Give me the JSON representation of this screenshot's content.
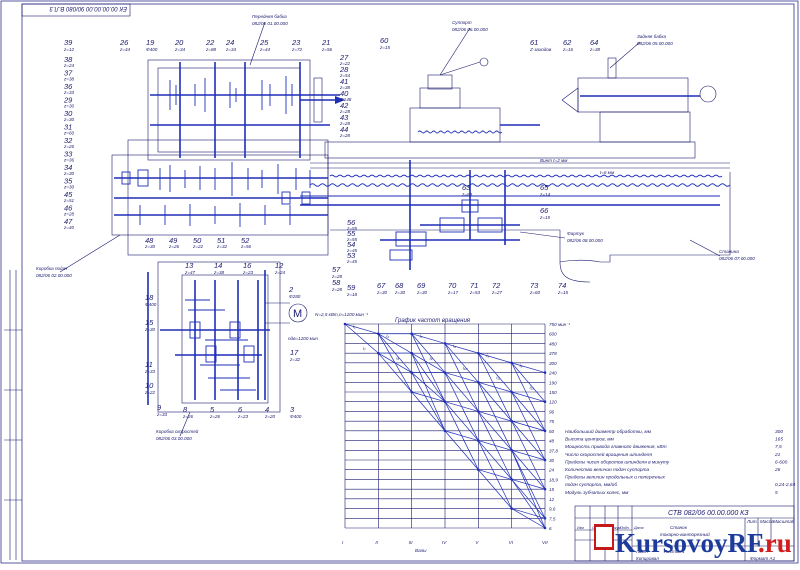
{
  "doc_code_top": "ЕК 00.00.00.00 90/080 В.Л.3",
  "callouts": {
    "front_headstock": [
      "Передняя бабка",
      "082/06 01.00.000"
    ],
    "carriage": [
      "Суппорт",
      "082/06 06.00.000"
    ],
    "tailstock": [
      "Задняя бабка",
      "082/06 05.00.000"
    ],
    "feed_box": [
      "Коробка подач",
      "082/06 02.00.000"
    ],
    "apron": [
      "Фартук",
      "082/06 08.00.000"
    ],
    "bed": [
      "Станина",
      "082/06 07.00.000"
    ],
    "speed_box": [
      "Коробка скоростей",
      "082/06 03.00.000"
    ]
  },
  "top_labels": [
    {
      "n": "39",
      "z": "z=12"
    },
    {
      "n": "26",
      "z": "z=44"
    },
    {
      "n": "19",
      "z": "Ф400"
    },
    {
      "n": "20",
      "z": "z=34"
    },
    {
      "n": "22",
      "z": "z=88"
    },
    {
      "n": "24",
      "z": "z=34"
    },
    {
      "n": "25",
      "z": "z=44"
    },
    {
      "n": "23",
      "z": "z=72"
    },
    {
      "n": "21",
      "z": "z=56"
    }
  ],
  "left_labels": [
    {
      "n": "38",
      "z": "z=24"
    },
    {
      "n": "37",
      "z": "z=38"
    },
    {
      "n": "36",
      "z": "z=33"
    },
    {
      "n": "29",
      "z": "z=30"
    },
    {
      "n": "30",
      "z": "z=30"
    },
    {
      "n": "31",
      "z": "z=60"
    },
    {
      "n": "32",
      "z": "z=26"
    },
    {
      "n": "33",
      "z": "z=36"
    },
    {
      "n": "34",
      "z": "z=30"
    },
    {
      "n": "35",
      "z": "z=30"
    },
    {
      "n": "45",
      "z": "z=51"
    },
    {
      "n": "46",
      "z": "z=28"
    },
    {
      "n": "47",
      "z": "z=40"
    }
  ],
  "right_labels": [
    {
      "n": "27",
      "z": "z=22"
    },
    {
      "n": "28",
      "z": "z=54"
    },
    {
      "n": "41",
      "z": "z=38"
    },
    {
      "n": "40",
      "z": "Ф148"
    },
    {
      "n": "42",
      "z": "z=28"
    },
    {
      "n": "43",
      "z": "z=28"
    },
    {
      "n": "44",
      "z": "z=28"
    }
  ],
  "mid_labels": [
    {
      "n": "56",
      "z": "z=55"
    },
    {
      "n": "55",
      "z": "z=55"
    },
    {
      "n": "54",
      "z": "z=45"
    },
    {
      "n": "53",
      "z": "z=45"
    }
  ],
  "feed_bottom": [
    {
      "n": "48",
      "z": "z=30"
    },
    {
      "n": "49",
      "z": "z=26"
    },
    {
      "n": "50",
      "z": "z=22"
    },
    {
      "n": "51",
      "z": "z=32"
    },
    {
      "n": "52",
      "z": "z=56"
    }
  ],
  "apron_labels": [
    {
      "n": "60",
      "z": "z=15"
    },
    {
      "n": "61",
      "z": "Z-заходов"
    },
    {
      "n": "62",
      "z": "z=16"
    },
    {
      "n": "64",
      "z": "z=38"
    },
    {
      "n": "63",
      "z": "z=63"
    },
    {
      "n": "65",
      "z": "z=14"
    },
    {
      "n": "66",
      "z": "z=15"
    },
    {
      "n": "67",
      "z": "z=30"
    },
    {
      "n": "68",
      "z": "z=30"
    },
    {
      "n": "69",
      "z": "z=30"
    },
    {
      "n": "70",
      "z": "z=17"
    },
    {
      "n": "71",
      "z": "z=53"
    },
    {
      "n": "72",
      "z": "z=27"
    },
    {
      "n": "73",
      "z": "z=60"
    },
    {
      "n": "74",
      "z": "z=15"
    },
    {
      "n": "57",
      "z": "z=28"
    },
    {
      "n": "58",
      "z": "z=28"
    },
    {
      "n": "59",
      "z": "z=18"
    }
  ],
  "lead_screw": "Винт t=2 мм",
  "rack": "t=6 мм",
  "speed_labels": [
    {
      "n": "13",
      "z": "z=47"
    },
    {
      "n": "14",
      "z": "z=38"
    },
    {
      "n": "16",
      "z": "z=23"
    },
    {
      "n": "12",
      "z": "z=24"
    },
    {
      "n": "2",
      "z": "Ф280"
    },
    {
      "n": "18",
      "z": "Ф400"
    },
    {
      "n": "15",
      "z": "z=30"
    },
    {
      "n": "17",
      "z": "z=32"
    },
    {
      "n": "11",
      "z": "z=33"
    },
    {
      "n": "10",
      "z": "z=22"
    },
    {
      "n": "9",
      "z": "z=33"
    },
    {
      "n": "8",
      "z": "z=26"
    },
    {
      "n": "5",
      "z": "z=26"
    },
    {
      "n": "6",
      "z": "z=23"
    },
    {
      "n": "4",
      "z": "z=20"
    },
    {
      "n": "3",
      "z": "Ф400"
    }
  ],
  "motor": {
    "label": "M",
    "spec": "N=2,5 кВт,n=1200 мин⁻¹",
    "n_dv": "nдв=1200 мин"
  },
  "chart_data": {
    "type": "line",
    "title": "График частот вращения",
    "xlabel": "Валы",
    "categories": [
      "I",
      "II",
      "III",
      "IV",
      "V",
      "VI",
      "VII"
    ],
    "y_ticks": [
      "750 мин⁻¹",
      "600",
      "480",
      "378",
      "300",
      "240",
      "190",
      "150",
      "120",
      "96",
      "75",
      "60",
      "48",
      "37,8",
      "30",
      "24",
      "18,9",
      "15",
      "12",
      "9,6",
      "7,5",
      "6"
    ],
    "n_dv_label": "nдв=1200 мин",
    "ratio_labels": [
      "i₁",
      "i₂",
      "i₃",
      "i₄",
      "i₅",
      "i₆",
      "i₇",
      "i₈",
      "i₉",
      "i₁₀",
      "i₁₁",
      "i₁₂"
    ]
  },
  "specs": [
    {
      "k": "Наибольший диаметр обработки, мм",
      "v": "300"
    },
    {
      "k": "Высота центров, мм",
      "v": "165"
    },
    {
      "k": "Мощность привода главного движения, кВт",
      "v": "7,5"
    },
    {
      "k": "Число скоростей вращения шпинделя",
      "v": "21"
    },
    {
      "k": "Пределы чисел оборотов шпинделя в минуту",
      "v": "6-600"
    },
    {
      "k": "Количество величин подач суппорта",
      "v": "26"
    },
    {
      "k": "Пределы величин продольных и поперечных",
      "v": ""
    },
    {
      "k": "подач суппорта, мм/об",
      "v": "0,24-2,64"
    },
    {
      "k": "Модуль зубчатых колес, мм",
      "v": "5"
    }
  ],
  "stamp": {
    "code": "СТВ 082/06 00.00.000 КЗ",
    "name_line1": "Станок",
    "name_line2": "токарно-винторезный",
    "headers": [
      "Изм",
      "Лист",
      "№ докум.",
      "Подп.",
      "Дата"
    ],
    "lit": "Лит.",
    "mass": "Масса",
    "scale": "Масштаб",
    "sheet": "Лист",
    "sheets": "Листов 1",
    "copied": "Копировал",
    "format": "Формат А1"
  },
  "watermark": {
    "p1": "KursovoyRF",
    "p2": ".ru"
  }
}
